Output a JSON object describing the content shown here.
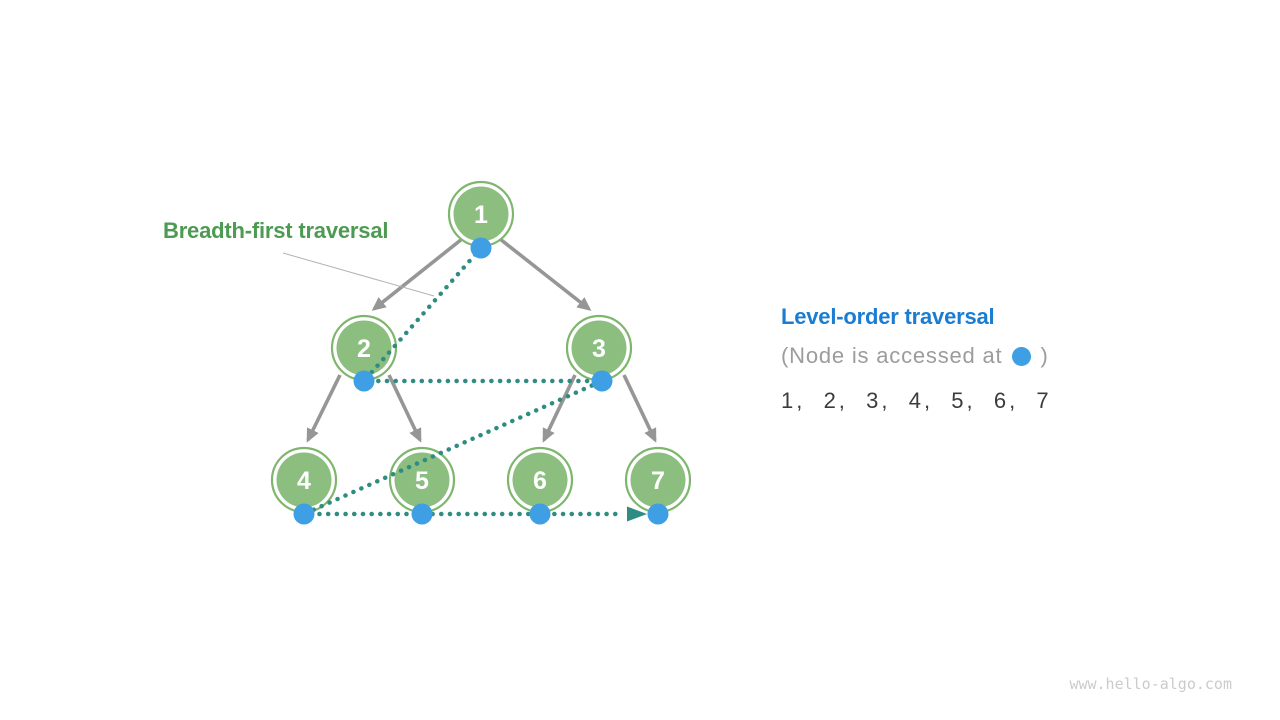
{
  "diagram": {
    "label": "Breadth-first traversal",
    "nodes": [
      "1",
      "2",
      "3",
      "4",
      "5",
      "6",
      "7"
    ],
    "edges": [
      {
        "from": "1",
        "to": "2"
      },
      {
        "from": "1",
        "to": "3"
      },
      {
        "from": "2",
        "to": "4"
      },
      {
        "from": "2",
        "to": "5"
      },
      {
        "from": "3",
        "to": "6"
      },
      {
        "from": "3",
        "to": "7"
      }
    ],
    "traversal_order": [
      "1",
      "2",
      "3",
      "4",
      "5",
      "6",
      "7"
    ]
  },
  "legend": {
    "title": "Level-order traversal",
    "note_prefix": "(Node is accessed at",
    "note_suffix": ")",
    "sequence": "1,  2,  3,  4,  5,  6,  7"
  },
  "watermark": "www.hello-algo.com",
  "colors": {
    "node_fill": "#8cbe80",
    "node_ring": "#7eb66d",
    "node_text": "#ffffff",
    "edge_gray": "#969696",
    "access_dot_blue": "#3e9fe4",
    "traversal_teal": "#2f8c82",
    "label_green": "#4d9b53",
    "label_blue": "#1a7dd2",
    "note_gray": "#9c9c9c",
    "sequence_dark": "#3c3c3c",
    "pointer_line": "#b3b3b3",
    "watermark_gray": "#cbcbcb"
  }
}
